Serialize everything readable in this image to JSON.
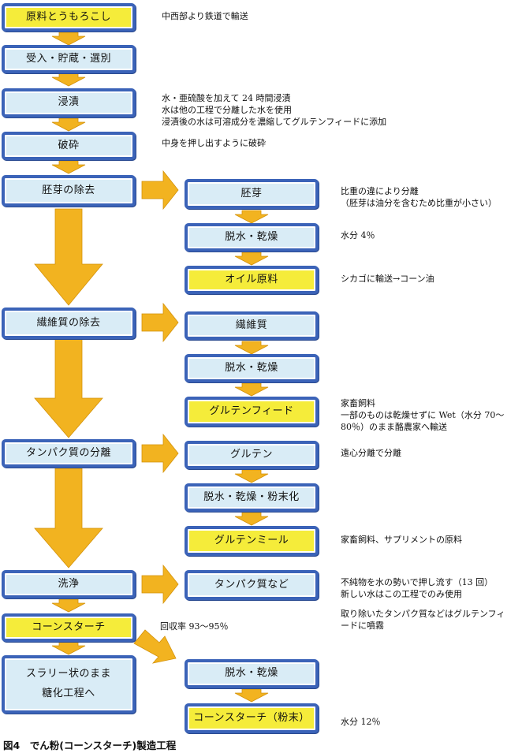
{
  "left_boxes": [
    {
      "id": "L1",
      "label": "原料とうもろこし",
      "hl": true
    },
    {
      "id": "L2",
      "label": "受入・貯蔵・選別",
      "hl": false
    },
    {
      "id": "L3",
      "label": "浸漬",
      "hl": false
    },
    {
      "id": "L4",
      "label": "破砕",
      "hl": false
    },
    {
      "id": "L5",
      "label": "胚芽の除去",
      "hl": false
    },
    {
      "id": "L6",
      "label": "繊維質の除去",
      "hl": false
    },
    {
      "id": "L7",
      "label": "タンパク質の分離",
      "hl": false
    },
    {
      "id": "L8",
      "label": "洗浄",
      "hl": false
    },
    {
      "id": "L9",
      "label": "コーンスターチ",
      "hl": true
    },
    {
      "id": "L10",
      "label_lines": [
        "スラリー状のまま",
        "糖化工程へ"
      ],
      "hl": false
    }
  ],
  "right_boxes": [
    {
      "id": "R1",
      "label": "胚芽",
      "hl": false
    },
    {
      "id": "R2",
      "label": "脱水・乾燥",
      "hl": false
    },
    {
      "id": "R3",
      "label": "オイル原料",
      "hl": true
    },
    {
      "id": "R4",
      "label": "繊維質",
      "hl": false
    },
    {
      "id": "R5",
      "label": "脱水・乾燥",
      "hl": false
    },
    {
      "id": "R6",
      "label": "グルテンフィード",
      "hl": true
    },
    {
      "id": "R7",
      "label": "グルテン",
      "hl": false
    },
    {
      "id": "R8",
      "label": "脱水・乾燥・粉末化",
      "hl": false
    },
    {
      "id": "R9",
      "label": "グルテンミール",
      "hl": true
    },
    {
      "id": "R10",
      "label": "タンパク質など",
      "hl": false
    },
    {
      "id": "R11",
      "label": "脱水・乾燥",
      "hl": false
    },
    {
      "id": "R12",
      "label": "コーンスターチ（粉末）",
      "hl": true
    }
  ],
  "notes": [
    {
      "id": "n1",
      "lines": [
        "中西部より鉄道で輸送"
      ]
    },
    {
      "id": "n2",
      "lines": [
        "水・亜硫酸を加えて 24 時間浸漬",
        "水は他の工程で分離した水を使用",
        "浸漬後の水は可溶成分を濃縮してグルテンフィードに添加"
      ]
    },
    {
      "id": "n3",
      "lines": [
        "中身を押し出すように破砕"
      ]
    },
    {
      "id": "n4",
      "lines": [
        "比重の違により分離",
        "（胚芽は油分を含むため比重が小さい）"
      ]
    },
    {
      "id": "n5",
      "lines": [
        "水分 4％"
      ]
    },
    {
      "id": "n6",
      "lines": [
        "シカゴに輸送→コーン油"
      ]
    },
    {
      "id": "n7",
      "lines": [
        "家畜飼料",
        "一部のものは乾燥せずに  Wet（水分 70〜",
        "80％）のまま酪農家へ輸送"
      ]
    },
    {
      "id": "n8",
      "lines": [
        "遠心分離で分離"
      ]
    },
    {
      "id": "n9",
      "lines": [
        "家畜飼料、サプリメントの原料"
      ]
    },
    {
      "id": "n10",
      "lines": [
        "不純物を水の勢いで押し流す（13 回）",
        "新しい水はこの工程でのみ使用"
      ]
    },
    {
      "id": "n11",
      "lines": [
        "取り除いたタンパク質などはグルテンフィ",
        "ードに噴霧"
      ]
    },
    {
      "id": "n12",
      "lines": [
        "回収率 93〜95％"
      ]
    },
    {
      "id": "n13",
      "lines": [
        "水分 12％"
      ]
    }
  ],
  "caption": "図4　でん粉(コーンスターチ)製造工程",
  "colors": {
    "box_fill": "#d9ecf6",
    "highlight_fill": "#f5ec3a",
    "border": "#3b63b8",
    "arrow": "#f2b320"
  }
}
